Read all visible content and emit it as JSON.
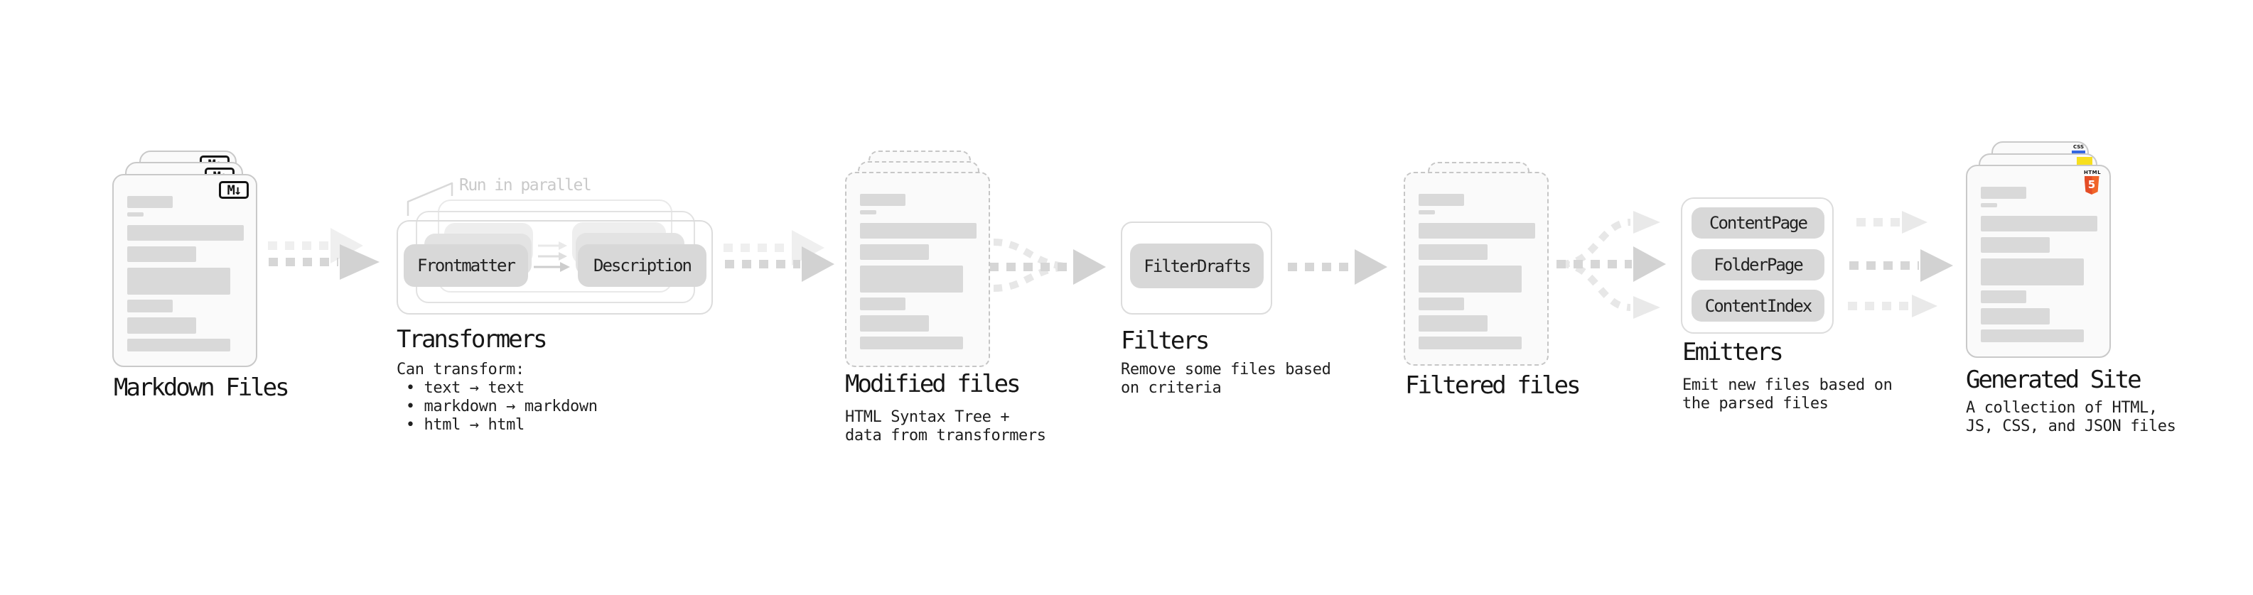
{
  "diagram": {
    "title_none": "",
    "nodes": {
      "markdown_files": {
        "label": "Markdown Files",
        "file_badge": "M↓"
      },
      "transformers": {
        "label": "Transformers",
        "parallel_note": "Run in parallel",
        "steps": [
          "Frontmatter",
          "Description"
        ],
        "description": "Can transform:\n • text → text\n • markdown → markdown\n • html → html"
      },
      "modified_files": {
        "label": "Modified files",
        "description": "HTML Syntax Tree +\ndata from transformers"
      },
      "filters": {
        "label": "Filters",
        "steps": [
          "FilterDrafts"
        ],
        "description": "Remove some files based\non criteria"
      },
      "filtered_files": {
        "label": "Filtered files"
      },
      "emitters": {
        "label": "Emitters",
        "steps": [
          "ContentPage",
          "FolderPage",
          "ContentIndex"
        ],
        "description": "Emit new files based on\nthe parsed files"
      },
      "generated_site": {
        "label": "Generated Site",
        "description": "A collection of HTML,\nJS, CSS, and JSON files",
        "file_badges": {
          "html": {
            "label": "HTML",
            "number": "5"
          },
          "css": {
            "label": "CSS"
          }
        }
      }
    },
    "colors": {
      "html5_orange": "#e44d26",
      "html5_orange_light": "#f16529",
      "js_yellow": "#f7df1e",
      "css_blue": "#3567e0",
      "placeholder_gray": "#d9d9d9",
      "arrow_gray": "#d6d6d6",
      "note_gray": "#c9c9c9"
    }
  }
}
